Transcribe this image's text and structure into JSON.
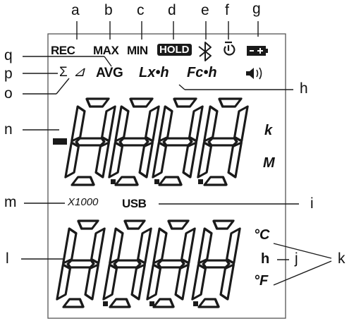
{
  "labels": {
    "a": "a",
    "b": "b",
    "c": "c",
    "d": "d",
    "e": "e",
    "f": "f",
    "g": "g",
    "q": "q",
    "p": "p",
    "o": "o",
    "n": "n",
    "h": "h",
    "m": "m",
    "i": "i",
    "l": "l",
    "j": "j",
    "k": "k"
  },
  "indicators": {
    "rec": "REC",
    "max": "MAX",
    "min": "MIN",
    "hold": "HOLD",
    "sigma": "Σ",
    "delta": "⊿",
    "avg": "AVG",
    "lxh": "Lx•h",
    "fch": "Fc•h",
    "x1000": "X1000",
    "usb": "USB",
    "minus": "-"
  },
  "units": {
    "k": "k",
    "M": "M",
    "celsius": "°C",
    "hour": "h",
    "fahrenheit": "°F"
  },
  "icons": {
    "bluetooth": "bluetooth-icon",
    "timer": "timer-icon",
    "battery": "battery-icon",
    "speaker": "speaker-icon"
  },
  "colors": {
    "ink": "#1a1a1a",
    "line": "#1a1a1a",
    "frame": "#555555"
  }
}
